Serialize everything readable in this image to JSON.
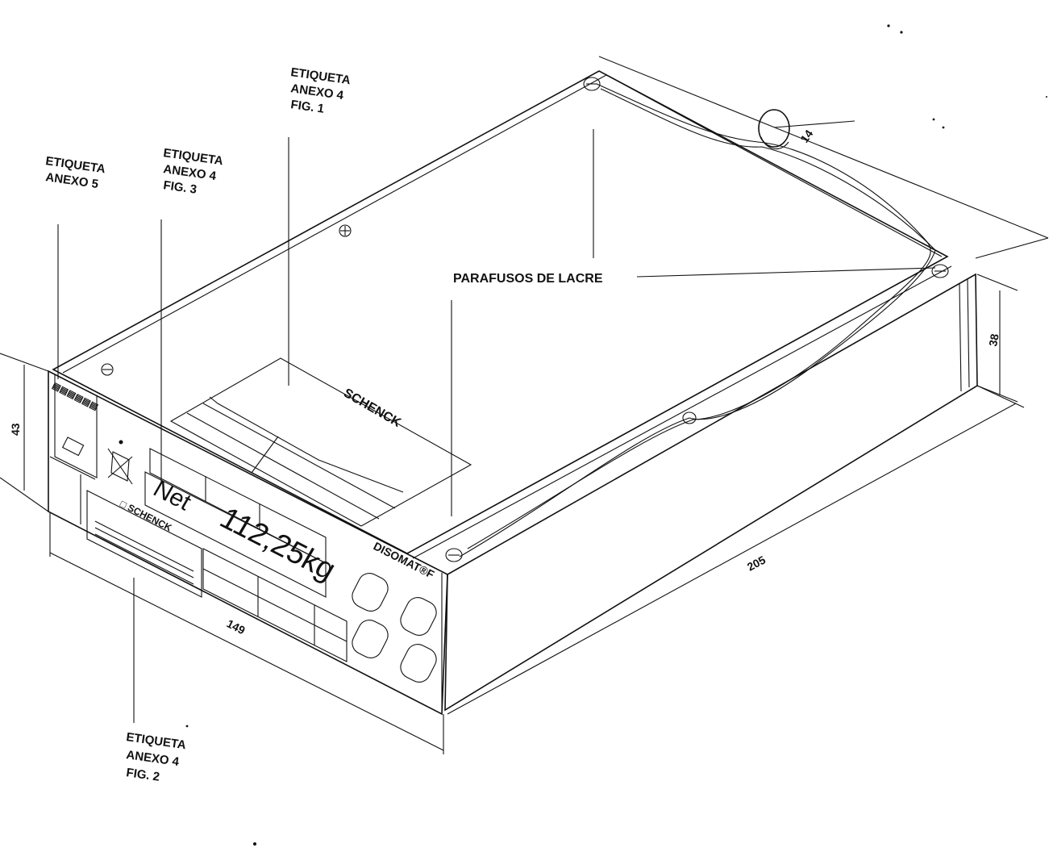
{
  "callouts": {
    "anexo5": [
      "ETIQUETA",
      "ANEXO 5"
    ],
    "anexo4_fig3": [
      "ETIQUETA",
      "ANEXO 4",
      "FIG. 3"
    ],
    "anexo4_fig1": [
      "ETIQUETA",
      "ANEXO 4",
      "FIG. 1"
    ],
    "anexo4_fig2": [
      "ETIQUETA",
      "ANEXO 4",
      "FIG. 2"
    ],
    "parafusos": "PARAFUSOS DE LACRE"
  },
  "dimensions": {
    "length": "205",
    "width": "149",
    "front_height": "43",
    "back_height": "38",
    "seal": "14"
  },
  "device": {
    "model": "DISOMAT®F",
    "brand": "SCHENCK",
    "brand_small": "□ SCHENCK",
    "display_mode": "Net",
    "display_value": "112,25kg"
  }
}
